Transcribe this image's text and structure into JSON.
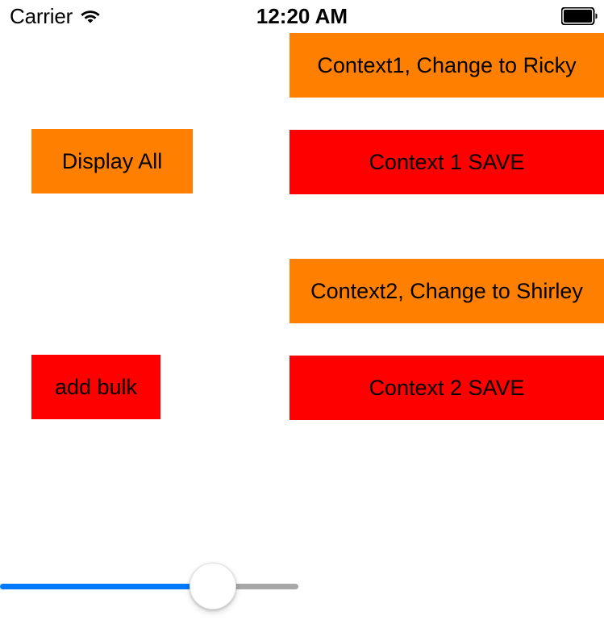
{
  "status_bar": {
    "carrier": "Carrier",
    "wifi_icon": "wifi-icon",
    "time": "12:20 AM",
    "battery_icon": "battery-full-icon",
    "battery_level_percent": 100
  },
  "buttons": {
    "context1_change": {
      "label": "Context1, Change to Ricky",
      "color": "#FF8000"
    },
    "context1_save": {
      "label": "Context 1 SAVE",
      "color": "#FF0000"
    },
    "context2_change": {
      "label": "Context2, Change to Shirley",
      "color": "#FF8000"
    },
    "context2_save": {
      "label": "Context 2 SAVE",
      "color": "#FF0000"
    },
    "display_all": {
      "label": "Display All",
      "color": "#FF8000"
    },
    "add_bulk": {
      "label": "add bulk",
      "color": "#FF0000"
    }
  },
  "slider": {
    "name": "value-slider",
    "value_percent": 64,
    "minimum_track_color": "#007AFF",
    "maximum_track_color": "#A8A8A8",
    "thumb_color": "#FFFFFF"
  }
}
